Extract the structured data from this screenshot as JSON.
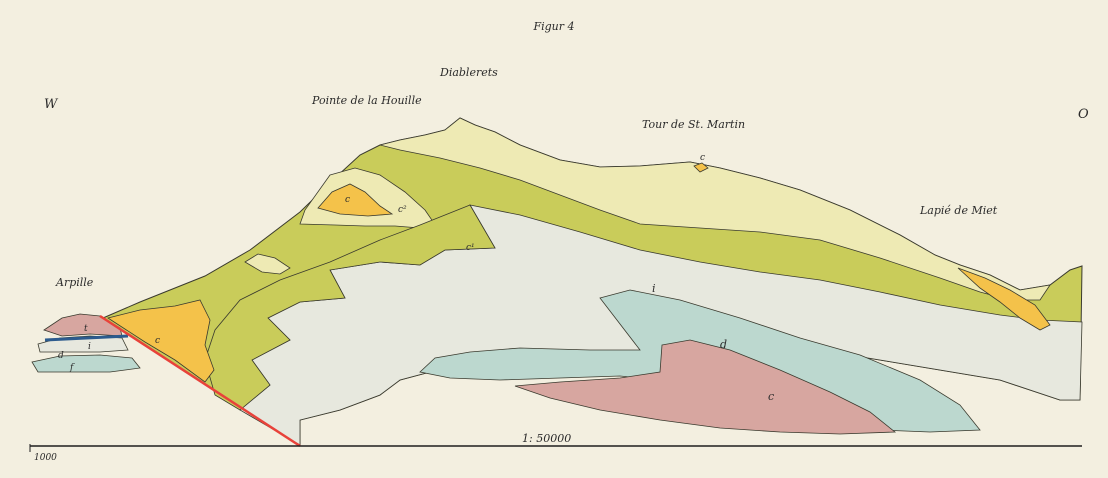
{
  "figure": {
    "title": "Figur 4",
    "west": "W",
    "east": "O",
    "scale": "1: 50000",
    "elevation": "1000"
  },
  "places": {
    "arpille": "Arpille",
    "pointe": "Pointe de la Houille",
    "diablerets": "Diablerets",
    "tour": "Tour de St. Martin",
    "lapie": "Lapié de Miet"
  },
  "layer_letters": {
    "c": "c",
    "c2": "c²",
    "c1": "c¹",
    "i": "i",
    "d": "d",
    "t": "t",
    "f": "f"
  },
  "colors": {
    "paper": "#f3efe0",
    "olive": "#c9cc5a",
    "pale_yellow": "#eeeab4",
    "orange": "#f4c24a",
    "light_grey": "#e7e8de",
    "teal": "#bcd8cf",
    "pink": "#d7a6a0",
    "fault": "#e8423a",
    "blue": "#2c5b8e"
  }
}
